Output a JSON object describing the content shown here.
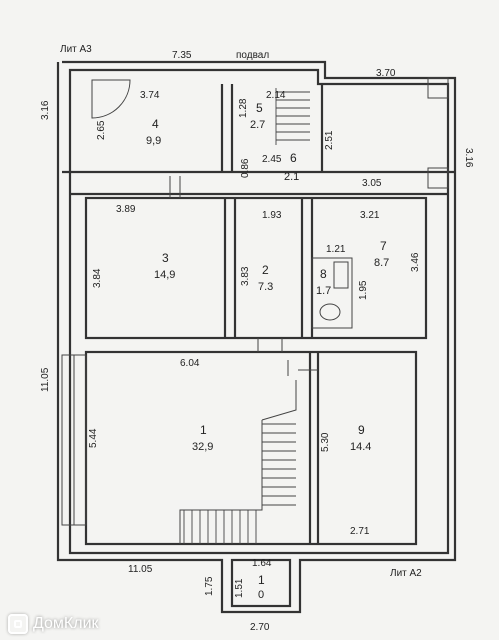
{
  "header": {
    "lit_top": "Лит А3",
    "basement": "подвал",
    "lit_bottom": "Лит А2"
  },
  "outer_dims": {
    "top_width": "7.35",
    "top_right": "3.70",
    "left_height_top": "3.16",
    "right_height": "3.16",
    "left_total": "11.05",
    "bottom_width": "11.05",
    "corridor_right": "3.05"
  },
  "rooms": [
    {
      "number": "4",
      "area": "9,9",
      "dims": [
        "3.74",
        "2.65"
      ]
    },
    {
      "number": "5",
      "area": "2.7",
      "dims": [
        "2.14",
        "1.28"
      ]
    },
    {
      "number": "6",
      "area": "2.1",
      "dims": [
        "2.45",
        "0.86",
        "2.51"
      ]
    },
    {
      "number": "3",
      "area": "14,9",
      "dims": [
        "3.89",
        "3.84"
      ]
    },
    {
      "number": "2",
      "area": "7.3",
      "dims": [
        "1.93",
        "3.83"
      ]
    },
    {
      "number": "7",
      "area": "8.7",
      "dims": [
        "3.21",
        "3.46"
      ]
    },
    {
      "number": "8",
      "area": "1.7",
      "dims": [
        "1.21",
        "1.95"
      ]
    },
    {
      "number": "1",
      "area": "32,9",
      "dims": [
        "6.04",
        "5.44"
      ]
    },
    {
      "number": "9",
      "area": "14.4",
      "dims": [
        "5.30",
        "2.71"
      ]
    },
    {
      "number": "1",
      "area": "0",
      "dims": [
        "1.64",
        "1.75",
        "1.51",
        "2.70"
      ]
    }
  ],
  "watermark": {
    "icon": "domclick-logo-icon",
    "text": "ДомКлик"
  }
}
